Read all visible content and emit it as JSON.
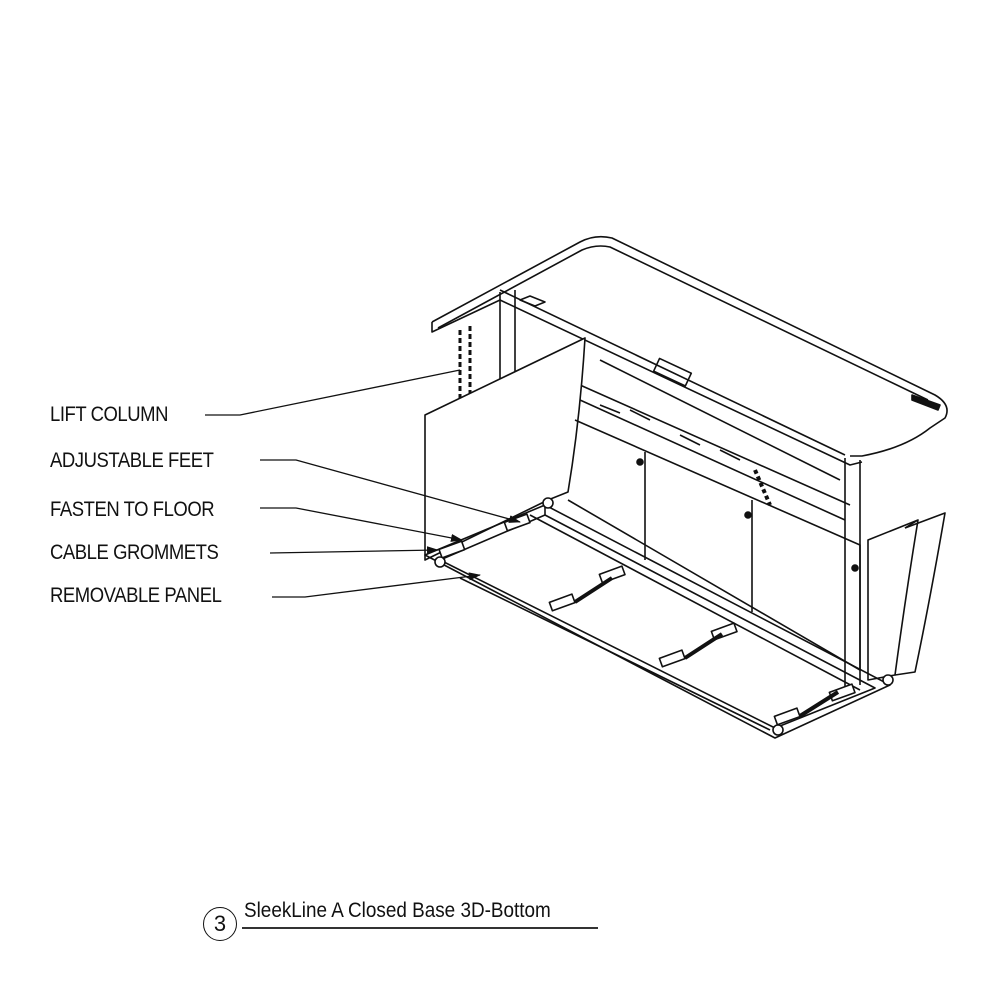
{
  "callouts": [
    {
      "id": "lift-column",
      "label": "LIFT COLUMN"
    },
    {
      "id": "adjustable-feet",
      "label": "ADJUSTABLE FEET"
    },
    {
      "id": "fasten-to-floor",
      "label": "FASTEN TO FLOOR"
    },
    {
      "id": "cable-grommets",
      "label": "CABLE GROMMETS"
    },
    {
      "id": "removable-panel",
      "label": "REMOVABLE PANEL"
    }
  ],
  "caption": {
    "number": "3",
    "title": "SleekLine A Closed Base 3D-Bottom"
  },
  "colors": {
    "line": "#111111",
    "background": "#ffffff"
  }
}
